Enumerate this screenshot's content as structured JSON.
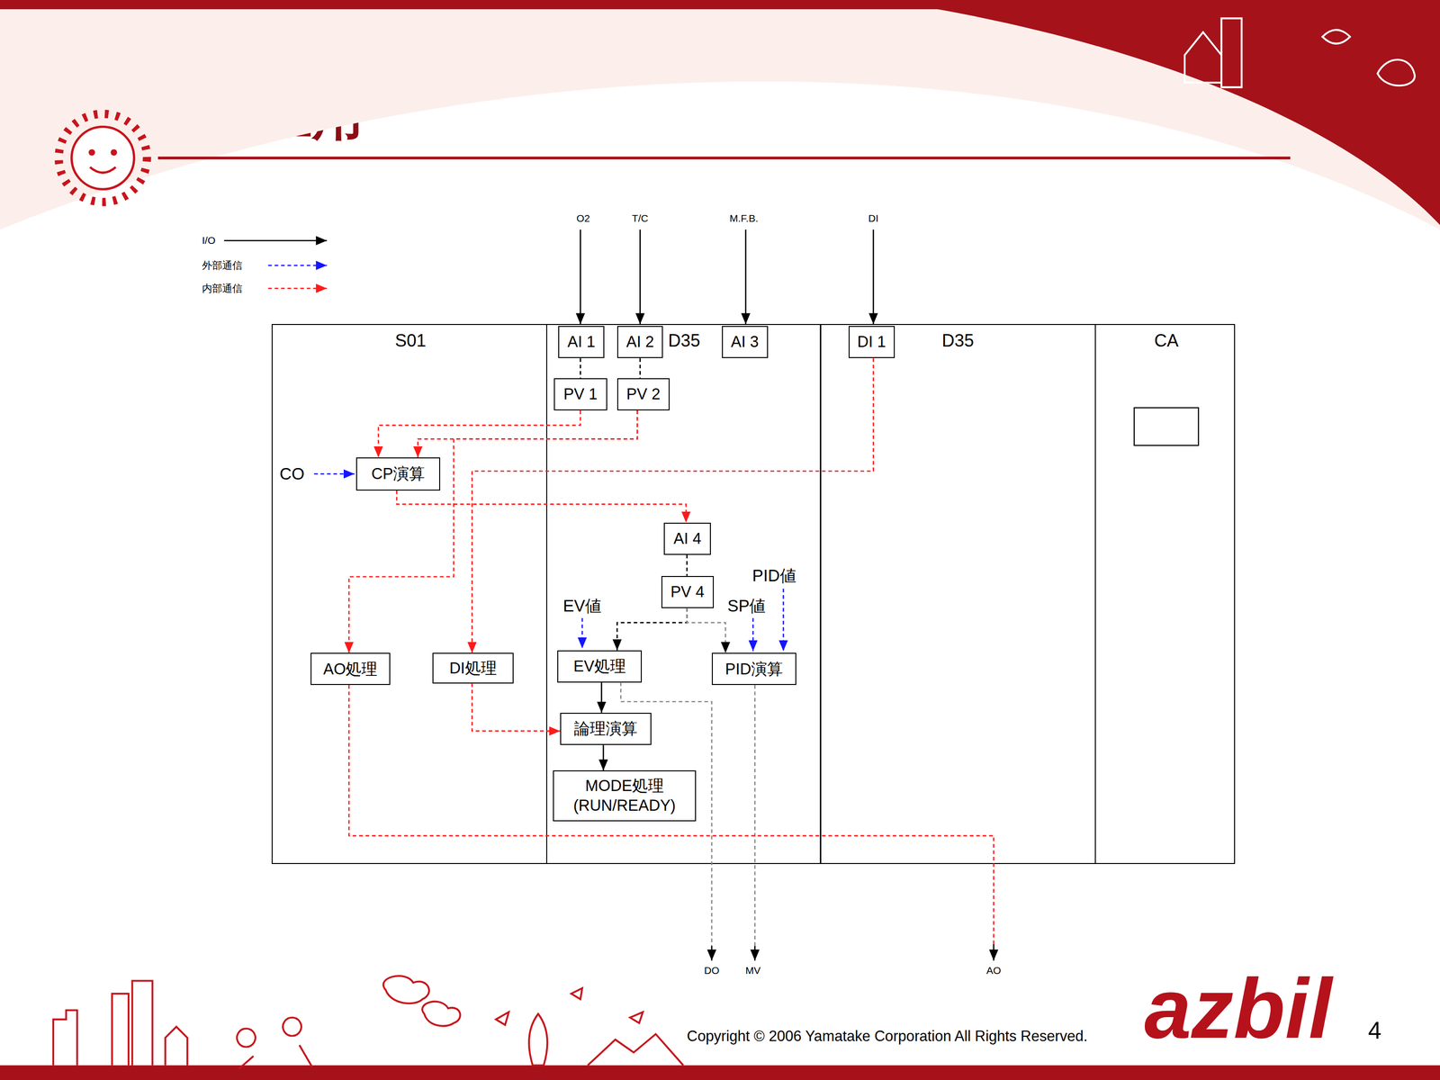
{
  "diagram": {
    "title": "渗碳应用",
    "nodes": [
      {
        "text": [
          "S01"
        ]
      },
      {
        "text": [
          "D35"
        ]
      },
      {
        "text": [
          "D35"
        ]
      },
      {
        "text": [
          "CA"
        ]
      },
      {
        "text": [
          "AI 1"
        ],
        "in": 1
      },
      {
        "text": [
          "AI 2"
        ],
        "in": 1
      },
      {
        "text": [
          "AI 3"
        ],
        "in": 1
      },
      {
        "text": [
          "DI 1"
        ],
        "in": 2
      },
      {
        "text": [
          "PV 1"
        ],
        "in": 1
      },
      {
        "text": [
          "PV 2"
        ],
        "in": 1
      },
      {
        "text": [
          "CP演算"
        ],
        "in": 0
      },
      {
        "text": [
          "AI 4"
        ],
        "in": 1
      },
      {
        "text": [
          "PV 4"
        ],
        "in": 1
      },
      {
        "text": [
          "EV処理"
        ],
        "in": 1
      },
      {
        "text": [
          "PID演算"
        ],
        "in": 1
      },
      {
        "text": [
          "AO処理"
        ],
        "in": 0
      },
      {
        "text": [
          "DI処理"
        ],
        "in": 0
      },
      {
        "text": [
          "論理演算"
        ],
        "in": 1
      },
      {
        "text": [
          "MODE処理 (RUN/READY)"
        ],
        "in": 1
      }
    ],
    "edges": [
      {
        "from": 4,
        "to": 8,
        "arrow": "none"
      },
      {
        "from": 5,
        "to": 9,
        "arrow": "none"
      },
      {
        "from": 8,
        "to": 10,
        "arrow": "to"
      },
      {
        "from": 9,
        "to": 10,
        "arrow": "to"
      },
      {
        "from": 9,
        "to": 15,
        "arrow": "to"
      },
      {
        "from": 7,
        "to": 16,
        "arrow": "to"
      },
      {
        "from": 10,
        "to": 11,
        "arrow": "to"
      },
      {
        "from": 11,
        "to": 12,
        "arrow": "none"
      },
      {
        "from": 12,
        "to": 13,
        "arrow": "to"
      },
      {
        "from": 12,
        "to": 14,
        "arrow": "to"
      },
      {
        "from": 13,
        "to": 17,
        "arrow": "to"
      },
      {
        "from": 16,
        "to": 17,
        "arrow": "to"
      },
      {
        "from": 17,
        "to": 18,
        "arrow": "to"
      }
    ],
    "labels": [
      "O2",
      "T/C",
      "M.F.B.",
      "DI",
      "CO",
      "EV値",
      "SP値",
      "PID値",
      "DO",
      "MV",
      "AO",
      "Copyright © 2006 Yamatake Corporation All Rights Reserved.",
      "azbil",
      "4"
    ],
    "legend": [
      {
        "text": "I/O"
      },
      {
        "text": "外部通信"
      },
      {
        "text": "内部通信"
      }
    ]
  }
}
